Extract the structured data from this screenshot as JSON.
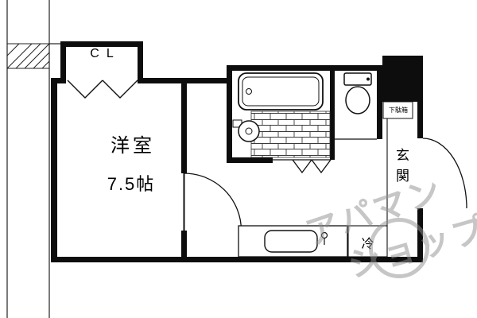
{
  "plan": {
    "labels": {
      "closet": "CL",
      "room_name": "洋室",
      "room_size": "7.5帖",
      "entrance": "玄関",
      "fridge": "冷",
      "shoe_cabinet": "下駄箱"
    },
    "watermark": {
      "line1": "アパマン",
      "line2": "ショップ"
    },
    "colors": {
      "wall": "#0d0d0d",
      "line": "#111111",
      "watermark": "#8f8f8f",
      "background": "#ffffff"
    }
  }
}
